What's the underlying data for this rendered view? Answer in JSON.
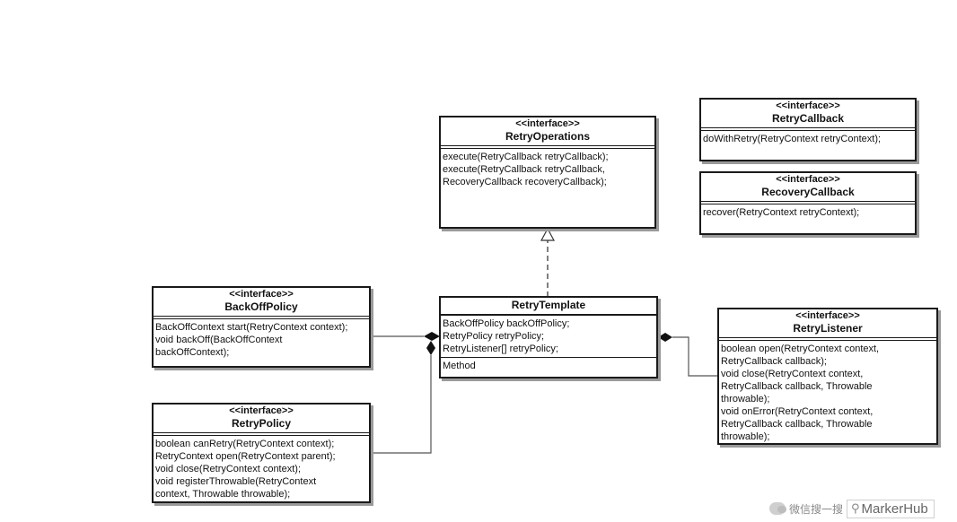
{
  "retry_operations": {
    "stereotype": "<<interface>>",
    "name": "RetryOperations",
    "methods": [
      "execute(RetryCallback retryCallback);",
      "execute(RetryCallback retryCallback,",
      "RecoveryCallback recoveryCallback);"
    ]
  },
  "retry_callback": {
    "stereotype": "<<interface>>",
    "name": "RetryCallback",
    "methods": [
      "doWithRetry(RetryContext retryContext);"
    ]
  },
  "recovery_callback": {
    "stereotype": "<<interface>>",
    "name": "RecoveryCallback",
    "methods": [
      "recover(RetryContext retryContext);"
    ]
  },
  "backoff_policy": {
    "stereotype": "<<interface>>",
    "name": "BackOffPolicy",
    "methods": [
      "BackOffContext start(RetryContext context);",
      "void backOff(BackOffContext",
      "backOffContext);"
    ]
  },
  "retry_template": {
    "name": "RetryTemplate",
    "fields": [
      "BackOffPolicy backOffPolicy;",
      "RetryPolicy retryPolicy;",
      "RetryListener[] retryPolicy;"
    ],
    "methods": [
      "Method"
    ]
  },
  "retry_listener": {
    "stereotype": "<<interface>>",
    "name": "RetryListener",
    "methods": [
      "boolean open(RetryContext context,",
      "RetryCallback callback);",
      "void close(RetryContext context,",
      "RetryCallback callback, Throwable",
      "throwable);",
      "void onError(RetryContext context,",
      "RetryCallback callback, Throwable",
      "throwable);"
    ]
  },
  "retry_policy": {
    "stereotype": "<<interface>>",
    "name": "RetryPolicy",
    "methods": [
      "boolean canRetry(RetryContext context);",
      "RetryContext open(RetryContext parent);",
      "void close(RetryContext context);",
      "void registerThrowable(RetryContext",
      "context, Throwable throwable);"
    ]
  },
  "watermark": {
    "text": "微信搜一搜",
    "brand": "MarkerHub"
  }
}
